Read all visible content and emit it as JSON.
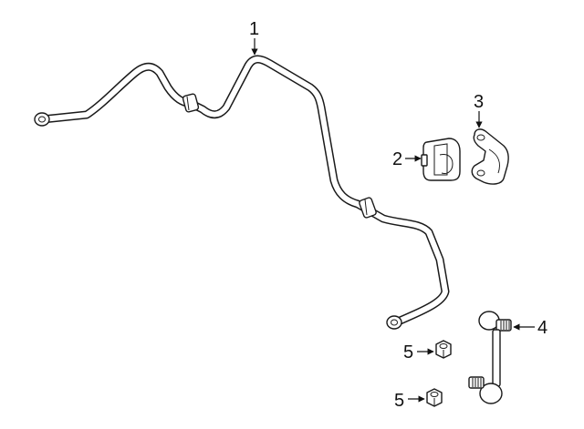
{
  "callouts": {
    "bar": "1",
    "bushing": "2",
    "bracket": "3",
    "link": "4",
    "nut_upper": "5",
    "nut_lower": "5"
  },
  "icons": [
    "stabilizer-bar-icon",
    "bushing-icon",
    "bracket-icon",
    "stabilizer-link-icon",
    "nut-icon"
  ]
}
